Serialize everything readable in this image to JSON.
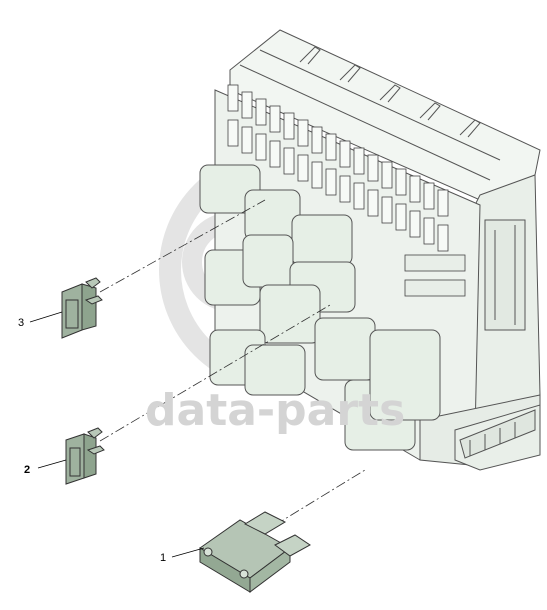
{
  "callouts": [
    {
      "id": "1",
      "label": "1"
    },
    {
      "id": "2",
      "label": "2"
    },
    {
      "id": "3",
      "label": "3"
    }
  ],
  "watermark": {
    "text": "data-parts"
  },
  "colors": {
    "housing_fill": "#eef3ee",
    "housing_stroke": "#555555",
    "relay_fill": "#e6efe6",
    "fuse_fill": "#9fb29f",
    "fuse_stroke": "#333333",
    "watermark": "#d0d0d0"
  }
}
